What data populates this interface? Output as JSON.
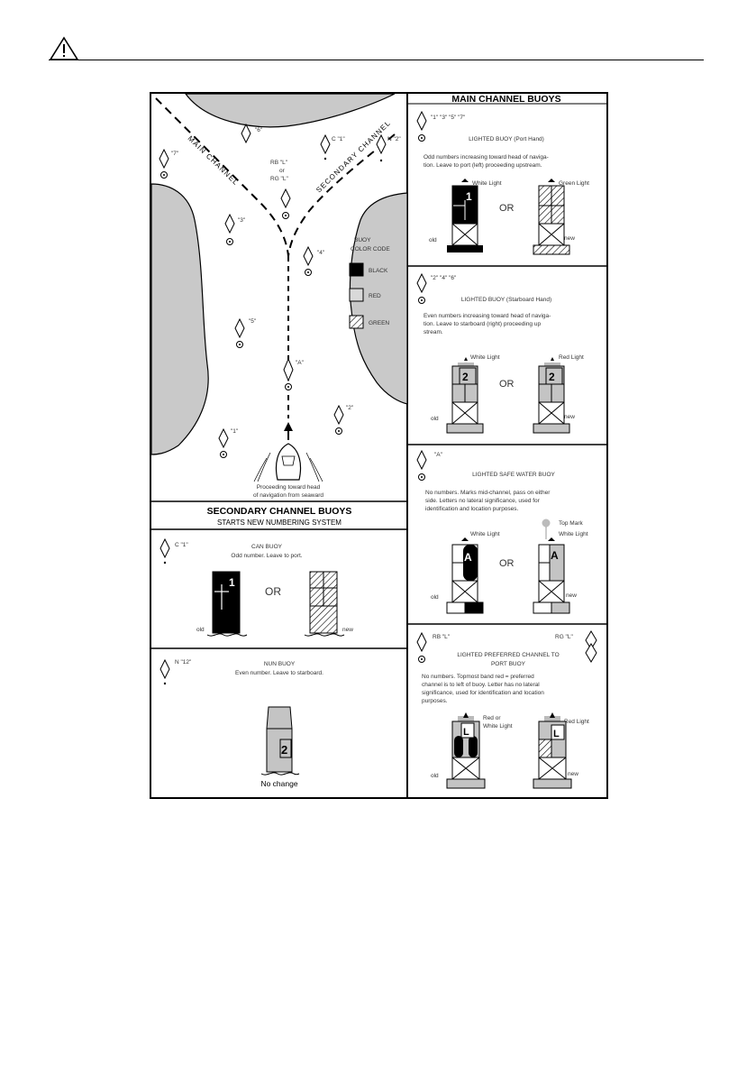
{
  "header": {
    "icon": "warning-triangle-icon"
  },
  "map": {
    "main_channel": "MAIN CHANNEL",
    "secondary_channel": "SECONDARY CHANNEL",
    "legend_title_1": "BUOY",
    "legend_title_2": "COLOR CODE",
    "legend": [
      {
        "label": "BLACK",
        "color": "#000000"
      },
      {
        "label": "RED",
        "color": "#d9d9d9"
      },
      {
        "label": "GREEN",
        "color": "hatched"
      }
    ],
    "junction_label_1": "RB \"L\"",
    "junction_label_2": "or",
    "junction_label_3": "RG \"L\"",
    "buoy_labels": [
      "\"6\"",
      "C \"1\"",
      "N \"2\"",
      "\"7\"",
      "\"3\"",
      "\"4\"",
      "\"5\"",
      "\"A\"",
      "\"2\"",
      "\"1\""
    ],
    "caption_1": "Proceeding toward head",
    "caption_2": "of navigation from seaward"
  },
  "secondary": {
    "title": "SECONDARY CHANNEL BUOYS",
    "subtitle": "STARTS NEW NUMBERING SYSTEM",
    "can": {
      "tag": "C \"1\"",
      "name": "CAN BUOY",
      "desc": "Odd number. Leave to port.",
      "or": "OR",
      "old": "old",
      "new": "new",
      "number": "1"
    },
    "nun": {
      "tag": "N \"12\"",
      "name": "NUN BUOY",
      "desc": "Even number. Leave to starboard.",
      "caption": "No change",
      "number": "2"
    }
  },
  "main": {
    "title": "MAIN CHANNEL BUOYS",
    "port": {
      "tags": "\"1\" \"3\" \"5\" \"7\"",
      "name": "LIGHTED BUOY (Port Hand)",
      "desc_1": "Odd numbers increasing toward head of naviga-",
      "desc_2": "tion. Leave to port (left) proceeding upstream.",
      "light_left": "White Light",
      "light_right": "Green Light",
      "or": "OR",
      "old": "old",
      "new": "new",
      "number": "1"
    },
    "starboard": {
      "tags": "\"2\" \"4\" \"6\"",
      "name": "LIGHTED BUOY (Starboard Hand)",
      "desc_1": "Even numbers increasing toward head of naviga-",
      "desc_2": "tion. Leave to starboard (right) proceeding up",
      "desc_3": "stream.",
      "light_left": "White Light",
      "light_right": "Red Light",
      "or": "OR",
      "old": "old",
      "new": "new",
      "number": "2"
    },
    "safe": {
      "tags": "\"A\"",
      "name": "LIGHTED SAFE WATER BUOY",
      "desc_1": "No numbers. Marks mid-channel, pass on either",
      "desc_2": "side. Letters no lateral significance, used for",
      "desc_3": "identification and location purposes.",
      "top_mark": "Top Mark",
      "light_left": "White Light",
      "light_right": "White Light",
      "or": "OR",
      "old": "old",
      "new": "new",
      "letter": "A"
    },
    "preferred": {
      "tag_left": "RB \"L\"",
      "tag_right": "RG \"L\"",
      "name_1": "LIGHTED PREFERRED CHANNEL TO",
      "name_2": "PORT BUOY",
      "desc_1": "No numbers. Topmost band red = preferred",
      "desc_2": "channel is to left of buoy. Letter has no lateral",
      "desc_3": "significance, used for identification and location",
      "desc_4": "purposes.",
      "light_left_1": "Red or",
      "light_left_2": "White Light",
      "light_right": "Red Light",
      "old": "old",
      "new": "new",
      "letter": "L"
    }
  }
}
